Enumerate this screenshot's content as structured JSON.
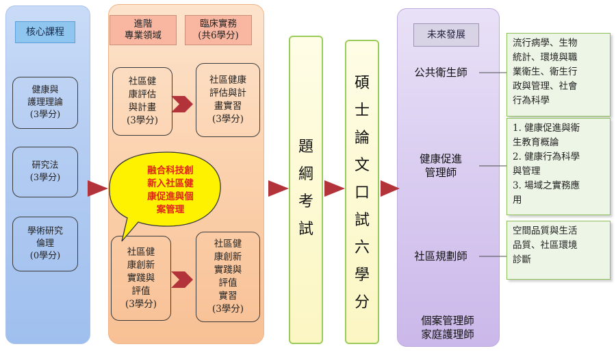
{
  "core": {
    "header": "核心課程",
    "courses": [
      {
        "label": "健康與\n護理理論\n(3學分)"
      },
      {
        "label": "研究法\n(3學分)"
      },
      {
        "label": "學術研究\n倫理\n(0學分)"
      }
    ]
  },
  "advanced": {
    "header": "進階\n專業領域",
    "clinical_header": "臨床實務\n(共6學分)",
    "course1": "社區健\n康評估\n與計畫\n(3學分)",
    "practice1": "社區健康\n評估與計\n畫實習\n(3學分)",
    "callout": "融合科技創\n新入社區健\n康促進與個\n案管理",
    "course2": "社區健\n康創新\n實踐與\n評值\n(3學分)",
    "practice2": "社區健\n康創新\n實踐與\n評值\n實習\n(3學分)"
  },
  "proposal": {
    "chars": [
      "題",
      "綱",
      "考",
      "試"
    ]
  },
  "thesis": {
    "chars": [
      "碩",
      "士",
      "論",
      "文",
      "口",
      "試",
      "六",
      "學",
      "分"
    ]
  },
  "future": {
    "header": "未來發展",
    "careers": [
      {
        "label": "公共衛生師"
      },
      {
        "label": "健康促進\n管理師"
      },
      {
        "label": "社區規劃師"
      },
      {
        "label": "個案管理師\n家庭護理師"
      }
    ],
    "descriptions": [
      "流行病學、生物\n統計、環境與職\n業衛生、衛生行\n政與管理、社會\n行為科學",
      "1. 健康促進與衛\n    生教育概論\n2. 健康行為科學\n    與管理\n3. 場域之實務應\n    用",
      "空間品質與生活\n品質、社區環境\n診斷"
    ]
  },
  "colors": {
    "arrow": "#b2333a",
    "callout_fill": "#fff200",
    "callout_text": "#e2231a",
    "desc_border": "#8cbf58"
  }
}
